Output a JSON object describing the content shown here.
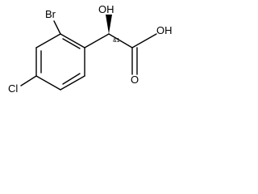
{
  "molecule": {
    "atoms": {
      "br": "Br",
      "oh": "OH",
      "cl": "Cl",
      "o_carbonyl": "O",
      "oh_acid": "OH"
    },
    "stereo_label": "&1"
  }
}
